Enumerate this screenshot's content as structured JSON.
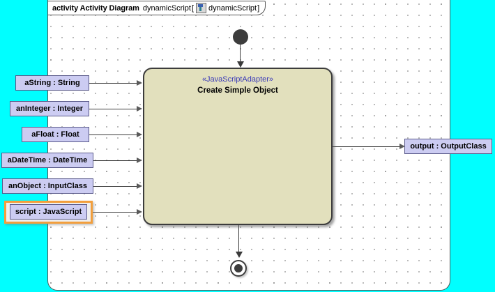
{
  "canvas": {
    "background_color": "#00ffff",
    "frame_background": "#ffffff"
  },
  "frame": {
    "keyword": "activity Activity Diagram",
    "name": "dynamicScript",
    "bracket_open": "[",
    "icon": "uml-activity-icon",
    "inner_name": "dynamicScript",
    "bracket_close": "]"
  },
  "activity": {
    "stereotype": "«JavaScriptAdapter»",
    "name": "Create Simple Object",
    "fill_color": "#e2e0bd",
    "border_color": "#3c3c3c"
  },
  "nodes": {
    "initial": "initial-node",
    "final": "activity-final-node"
  },
  "input_pins": [
    {
      "label": "aString : String"
    },
    {
      "label": "anInteger : Integer"
    },
    {
      "label": "aFloat : Float"
    },
    {
      "label": "aDateTime : DateTime"
    },
    {
      "label": "anObject : InputClass"
    },
    {
      "label": "script : JavaScript",
      "selected": true
    }
  ],
  "output_pins": [
    {
      "label": "output : OutputClass"
    }
  ],
  "colors": {
    "pin_fill": "#ccccf2",
    "pin_border": "#5a5a8a",
    "stereotype_text": "#3a3ab8",
    "selection": "#f29f3d",
    "connector": "#3a3a3a"
  }
}
